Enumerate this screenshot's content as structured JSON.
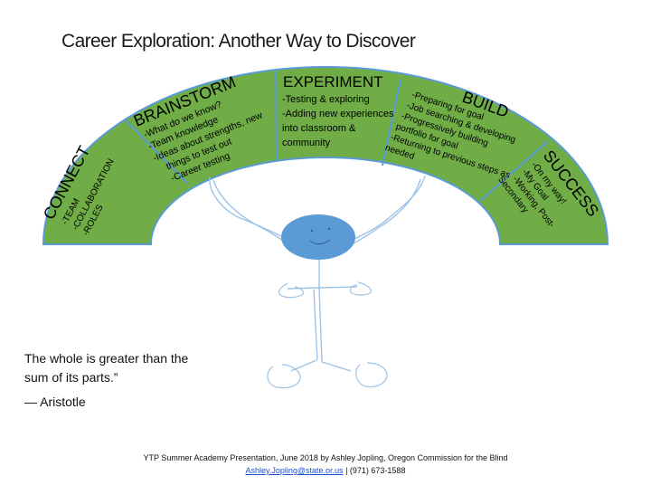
{
  "title": "Career Exploration: Another Way to Discover",
  "segments": [
    {
      "id": "connect",
      "heading": "CONNECT",
      "items": [
        "-TEAM",
        "-COLLABORATION",
        "-ROLES"
      ]
    },
    {
      "id": "brainstorm",
      "heading": "BRAINSTORM",
      "items": [
        "-What do we know?",
        "-Team knowledge",
        "-Ideas about strengths, new",
        "things to test out",
        "-Career testing"
      ]
    },
    {
      "id": "experiment",
      "heading": "EXPERIMENT",
      "items": [
        "-Testing & exploring",
        "-Adding new experiences",
        "into classroom &",
        "community"
      ]
    },
    {
      "id": "build",
      "heading": "BUILD",
      "items": [
        "-Preparing for goal",
        "-Job searching & developing",
        "-Progressively building",
        "portfolio for goal",
        "-Returning to previous steps as",
        "needed"
      ]
    },
    {
      "id": "success",
      "heading": "SUCCESS",
      "items": [
        "-On my way!",
        "-My Goal",
        "-Working, Post-",
        "Secondary"
      ]
    }
  ],
  "colors": {
    "arc_fill": "#70ad47",
    "arc_edge": "#5b9bd5",
    "face": "#5b9bd5",
    "stick": "#9dc3e6"
  },
  "quote": {
    "lines": [
      "The whole is greater than the",
      "sum of its parts.”"
    ],
    "author": "— Aristotle"
  },
  "footer": {
    "line1": "YTP Summer Academy Presentation, June 2018 by Ashley Jopling, Oregon Commission for the Blind",
    "email": "Ashley.Jopling@state.or.us",
    "contact_rest": " | (971) 673-1588"
  }
}
